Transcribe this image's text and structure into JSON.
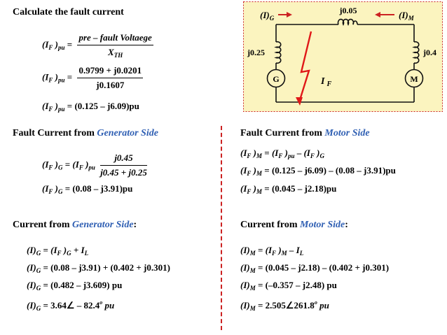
{
  "left": {
    "title": "Calculate the fault current",
    "eq1_lhs": "(I",
    "eq1_sub1": "F",
    "eq1_mid": ")",
    "eq1_sub2": "pu",
    "eq1_eq": "=",
    "eq1_num": "pre – fault Voltaege",
    "eq1_den": "X",
    "eq1_den_sub": "TH",
    "eq2_num": "0.9799 + j0.0201",
    "eq2_den": "j0.1607",
    "eq3_rhs": "(0.125 – j6.09)pu",
    "gen_heading_prefix": "Fault Current from ",
    "gen_heading_key": "Generator Side",
    "gen_eq1_rhs_paren": "(I",
    "gen_eq1_num": "j0.45",
    "gen_eq1_den": "j0.45 + j0.25",
    "gen_eq2_rhs": "(0.08 – j3.91)pu",
    "cur_gen_heading_prefix": "Current from ",
    "cur_gen_heading_key": "Generator Side",
    "cur_gen_heading_suffix": ":",
    "cg1_rhs": "+ I",
    "cg1_sub": "L",
    "cg2_rhs": "(0.08 – j3.91) + (0.402 + j0.301)",
    "cg3_rhs": "(0.482 – j3.609) pu",
    "cg4_rhs": "3.64∠ – 82.4",
    "cg4_sup": "o",
    "cg4_unit": "pu",
    "label_G": "G",
    "label_M": "M"
  },
  "right": {
    "motor_heading_prefix": "Fault Current from ",
    "motor_heading_key": "Motor Side",
    "m_eq1_rhs": "(I",
    "m_eq2_rhs": "(0.125 – j6.09) – (0.08 – j3.91)pu",
    "m_eq3_rhs": "(0.045 – j2.18)pu",
    "cur_motor_heading_prefix": "Current from ",
    "cur_motor_heading_key": "Motor Side",
    "cur_motor_heading_suffix": ":",
    "cm1_rhs": "– I",
    "cm1_sub": "L",
    "cm2_rhs": "(0.045 – j2.18) – (0.402 + j0.301)",
    "cm3_rhs": "(–0.357 – j2.48) pu",
    "cm4_rhs": "2.505∠261.8",
    "cm4_sup": "o",
    "cm4_unit": "pu"
  },
  "circuit": {
    "ig_label": "(I)",
    "ig_sub": "G",
    "im_label": "(I)",
    "im_sub": "M",
    "line_impedance": "j0.05",
    "gen_impedance": "j0.25",
    "motor_impedance": "j0.4",
    "gen_symbol": "G",
    "motor_symbol": "M",
    "fault_label": "I",
    "fault_sub": "F",
    "background": "#fbf4bf",
    "border_color": "#cc2222",
    "wire_color": "#111111",
    "arrow_color": "#cc2222",
    "fault_color": "#e01818"
  },
  "colors": {
    "accent_blue": "#2f5fb3",
    "divider_red": "#cc2222"
  }
}
